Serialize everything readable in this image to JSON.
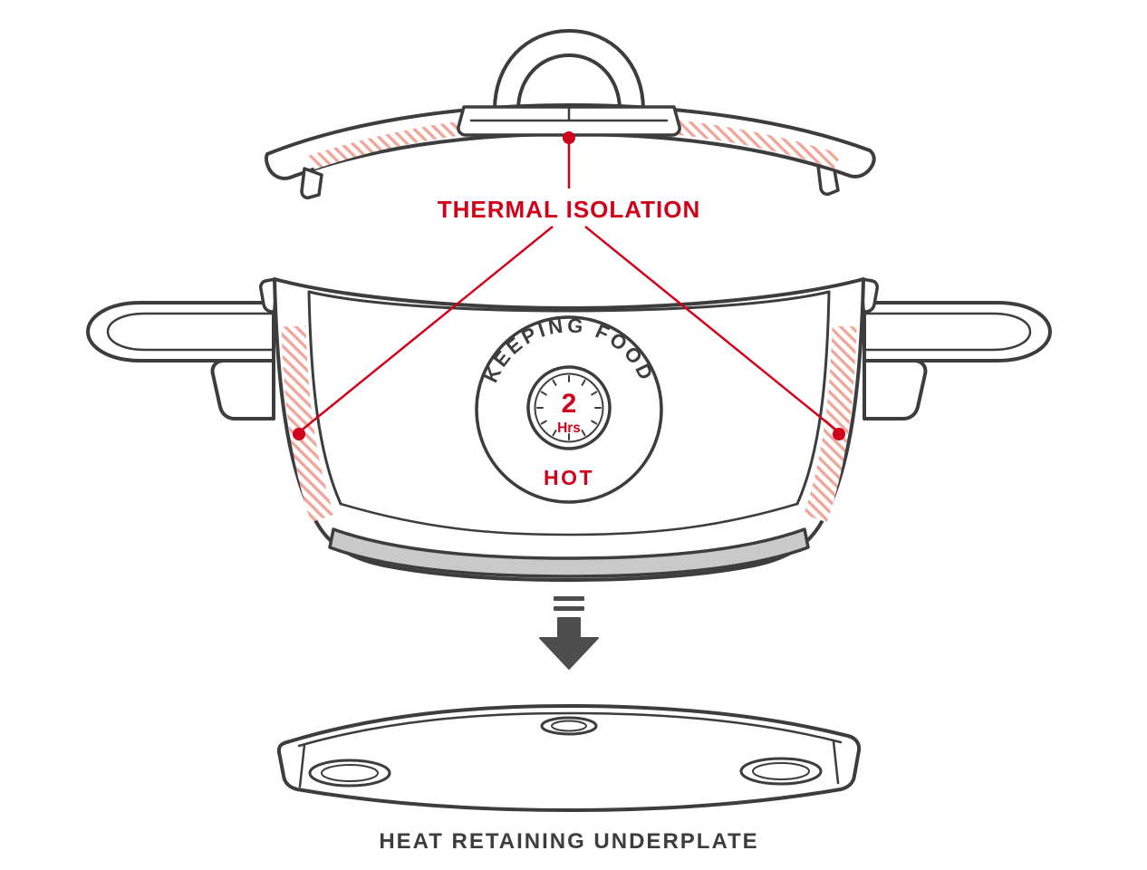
{
  "diagram": {
    "thermal_label": "THERMAL ISOLATION",
    "underplate_label": "HEAT RETAINING UNDERPLATE",
    "badge": {
      "arc_text": "KEEPING FOOD",
      "hours_value": "2",
      "hours_unit": "Hrs",
      "state_text": "HOT"
    },
    "colors": {
      "accent_red": "#d0021b",
      "insulation_salmon": "#efa79b",
      "line_dark": "#3d3d3d",
      "base_gray": "#c9c9c9",
      "arrow_gray": "#4d4d4d"
    },
    "icons": {
      "clock": "clock-icon",
      "equals": "equals-icon",
      "down_arrow": "down-arrow-icon"
    }
  }
}
